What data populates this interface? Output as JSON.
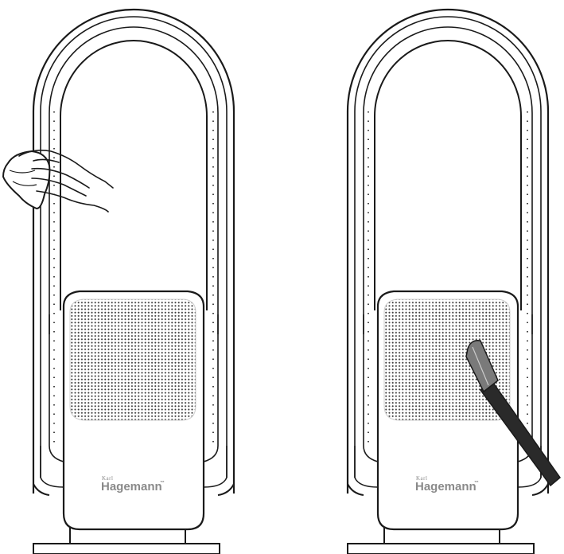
{
  "illustrations": [
    {
      "brand_small": "Karl",
      "brand_name": "Hagemann",
      "trademark": "™"
    },
    {
      "brand_small": "Karl",
      "brand_name": "Hagemann",
      "trademark": "™"
    }
  ],
  "colors": {
    "outline": "#1a1a1a",
    "grille_dots": "#3a3a3a",
    "brush_handle": "#2a2a2a",
    "brush_head": "#7a7a7a",
    "brand_text": "#8a8a8a"
  }
}
